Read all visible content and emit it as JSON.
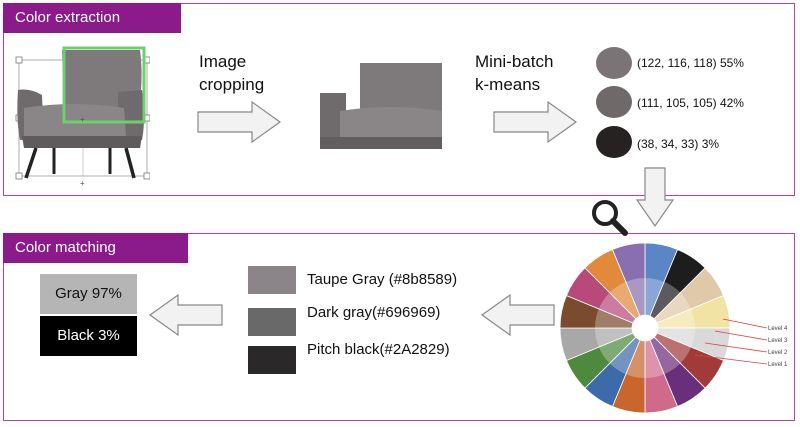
{
  "panels": {
    "extraction": {
      "tag": "Color extraction"
    },
    "matching": {
      "tag": "Color matching"
    }
  },
  "steps": {
    "cropping_line1": "Image",
    "cropping_line2": "cropping",
    "kmeans_line1": "Mini-batch",
    "kmeans_line2": "k-means"
  },
  "clusters": [
    {
      "label": "(122, 116, 118) 55%",
      "color": "#7a7476"
    },
    {
      "label": "(111, 105, 105) 42%",
      "color": "#6f6969"
    },
    {
      "label": "(38, 34, 33) 3%",
      "color": "#262221"
    }
  ],
  "swatches": [
    {
      "label": "Taupe Gray (#8b8589)",
      "color": "#8b8589"
    },
    {
      "label": "Dark gray(#696969)",
      "color": "#696969"
    },
    {
      "label": "Pitch black(#2A2829)",
      "color": "#2A2829"
    }
  ],
  "results": [
    {
      "label": "Gray 97%",
      "color": "#b5b5b5"
    },
    {
      "label": "Black 3%",
      "color": "#000000"
    }
  ],
  "wheel_levels": [
    "Level 4",
    "Level 3",
    "Level 2",
    "Level 1"
  ]
}
